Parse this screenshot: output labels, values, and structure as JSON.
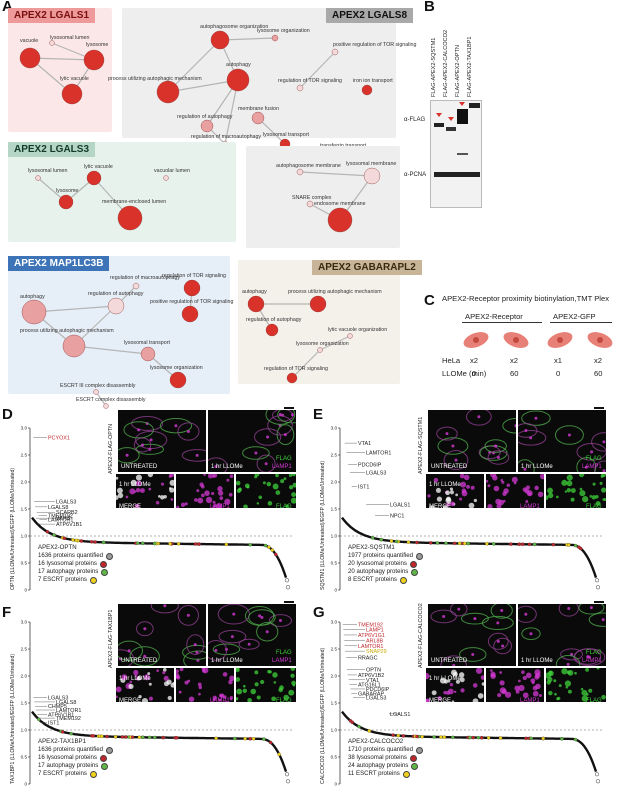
{
  "panel_letters": {
    "a": "A",
    "b": "B",
    "c": "C",
    "d": "D",
    "e": "E",
    "f": "F",
    "g": "G"
  },
  "colors": {
    "red_node": "#d9322a",
    "pink_node": "#e9a0a0",
    "pale_node": "#f3d9d9",
    "lysosomal": "#c0262c",
    "autophagy": "#5fb846",
    "escrt": "#f1d31c",
    "quantified": "#9b9b9b",
    "flag": "#3fd23a",
    "lamp1": "#d63ad6"
  },
  "networks": [
    {
      "id": "lgals1",
      "tag": "APEX2 LGALS1",
      "tag_bg": "#ee9a9a",
      "tag_fg": "#7a0f0f",
      "box_bg": "#fbe7e7",
      "nodes": [
        {
          "label": "vacuole",
          "r": 10,
          "c": "red"
        },
        {
          "label": "lysosomal lumen",
          "r": 2.5,
          "c": "pale"
        },
        {
          "label": "lysosome",
          "r": 10,
          "c": "red"
        },
        {
          "label": "lytic vacuole",
          "r": 10,
          "c": "red"
        }
      ],
      "edges": [
        [
          0,
          3
        ],
        [
          2,
          3
        ],
        [
          1,
          2
        ],
        [
          0,
          2
        ]
      ]
    },
    {
      "id": "lgals8",
      "tag": "APEX2 LGALS8",
      "tag_bg": "#a9a9a9",
      "tag_fg": "#111111",
      "box_bg": "#eeeeee",
      "nodes": [
        {
          "label": "autophagosome organization",
          "r": 9,
          "c": "red"
        },
        {
          "label": "lysosome organization",
          "r": 3,
          "c": "pink"
        },
        {
          "label": "positive regulation of TOR signaling",
          "r": 3,
          "c": "pale"
        },
        {
          "label": "process utilizing autophagic mechanism",
          "r": 11,
          "c": "red"
        },
        {
          "label": "autophagy",
          "r": 11,
          "c": "red"
        },
        {
          "label": "regulation of TOR signaling",
          "r": 3,
          "c": "pale"
        },
        {
          "label": "iron ion transport",
          "r": 5,
          "c": "red"
        },
        {
          "label": "regulation of autophagy",
          "r": 6,
          "c": "pink"
        },
        {
          "label": "membrane fusion",
          "r": 6,
          "c": "pink"
        },
        {
          "label": "regulation of macroautophagy",
          "r": 3,
          "c": "pale"
        },
        {
          "label": "lysosomal transport",
          "r": 5,
          "c": "red"
        },
        {
          "label": "transferrin transport",
          "r": 2.5,
          "c": "red"
        }
      ],
      "edges": [
        [
          0,
          4
        ],
        [
          3,
          4
        ],
        [
          0,
          3
        ],
        [
          4,
          7
        ],
        [
          0,
          1
        ],
        [
          2,
          5
        ],
        [
          4,
          9
        ],
        [
          7,
          9
        ],
        [
          8,
          10
        ]
      ]
    },
    {
      "id": "lgals3",
      "tag": "APEX2 LGALS3",
      "tag_bg": "#b5d6c7",
      "tag_fg": "#143a2a",
      "box_bg": "#e7f2ec",
      "nodes": [
        {
          "label": "lysosomal lumen",
          "r": 2.5,
          "c": "pale"
        },
        {
          "label": "lytic vacuole",
          "r": 7,
          "c": "red"
        },
        {
          "label": "vacuolar lumen",
          "r": 2.5,
          "c": "pale"
        },
        {
          "label": "lysosome",
          "r": 7,
          "c": "red"
        },
        {
          "label": "membrane-enclosed lumen",
          "r": 12,
          "c": "red"
        }
      ],
      "edges": [
        [
          1,
          3
        ],
        [
          0,
          3
        ],
        [
          1,
          4
        ]
      ]
    },
    {
      "id": "lgals3b",
      "tag": "",
      "tag_bg": "",
      "tag_fg": "",
      "box_bg": "#eeeeee",
      "nodes": [
        {
          "label": "autophagosome membrane",
          "r": 3,
          "c": "pale"
        },
        {
          "label": "lysosomal membrane",
          "r": 8,
          "c": "pale"
        },
        {
          "label": "SNARE complex",
          "r": 3,
          "c": "pale"
        },
        {
          "label": "endosome membrane",
          "r": 12,
          "c": "red"
        }
      ],
      "edges": [
        [
          0,
          1
        ],
        [
          1,
          3
        ],
        [
          2,
          3
        ]
      ]
    },
    {
      "id": "map1lc3b",
      "tag": "APEX2 MAP1LC3B",
      "tag_bg": "#3d73b7",
      "tag_fg": "#ffffff",
      "box_bg": "#e6eef7",
      "nodes": [
        {
          "label": "regulation of macroautophagy",
          "r": 3,
          "c": "pale"
        },
        {
          "label": "regulation of TOR signaling",
          "r": 8,
          "c": "red"
        },
        {
          "label": "autophagy",
          "r": 12,
          "c": "pink"
        },
        {
          "label": "regulation of autophagy",
          "r": 8,
          "c": "pale"
        },
        {
          "label": "positive regulation of TOR signaling",
          "r": 8,
          "c": "red"
        },
        {
          "label": "process utilizing autophagic mechanism",
          "r": 11,
          "c": "pink"
        },
        {
          "label": "lysosomal transport",
          "r": 7,
          "c": "pink"
        },
        {
          "label": "lysosome organization",
          "r": 8,
          "c": "red"
        },
        {
          "label": "ESCRT III complex disassembly",
          "r": 2.5,
          "c": "pale"
        },
        {
          "label": "ESCRT complex disassembly",
          "r": 2.5,
          "c": "pale"
        }
      ],
      "edges": [
        [
          2,
          5
        ],
        [
          0,
          3
        ],
        [
          3,
          5
        ],
        [
          1,
          4
        ],
        [
          6,
          7
        ],
        [
          3,
          2
        ],
        [
          6,
          5
        ],
        [
          8,
          9
        ]
      ]
    },
    {
      "id": "gabarapl2",
      "tag": "APEX2 GABARAPL2",
      "tag_bg": "#c8b597",
      "tag_fg": "#3a2a10",
      "box_bg": "#f4f1ea",
      "nodes": [
        {
          "label": "autophagy",
          "r": 8,
          "c": "red"
        },
        {
          "label": "process utilizing autophagic mechanism",
          "r": 8,
          "c": "red"
        },
        {
          "label": "regulation of autophagy",
          "r": 6,
          "c": "red"
        },
        {
          "label": "lytic vacuole organization",
          "r": 2.5,
          "c": "pale"
        },
        {
          "label": "lysosome organization",
          "r": 2.5,
          "c": "pale"
        },
        {
          "label": "regulation of TOR signaling",
          "r": 5,
          "c": "red"
        }
      ],
      "edges": [
        [
          0,
          1
        ],
        [
          0,
          2
        ],
        [
          3,
          4
        ],
        [
          4,
          5
        ]
      ]
    }
  ],
  "blot": {
    "columns": [
      "FLAG-APEX2-SQSTM1",
      "FLAG-APEX2-CALCOCO2",
      "FLAG-APEX2-OPTN",
      "FLAG-APEX2-TAX1BP1"
    ],
    "row_labels": [
      "α-FLAG",
      "α-PCNA"
    ]
  },
  "panel_c": {
    "title": "APEX2-Receptor proximity biotinylation,TMT Plex",
    "groups": [
      "APEX2-Receptor",
      "APEX2-GFP"
    ],
    "rows": [
      {
        "label": "HeLa",
        "values": [
          "x2",
          "x2",
          "x1",
          "x2"
        ]
      },
      {
        "label": "LLOMe (min)",
        "values": [
          "0",
          "60",
          "0",
          "60"
        ]
      }
    ]
  },
  "rank_panels": [
    {
      "id": "d",
      "ylabel": "OPTN (LLOMe/Untreated)/EGFP (LLOMe/Untreated)",
      "ymax": 3.0,
      "cutoff": 1.0,
      "callouts": [
        {
          "label": "PCYOX1",
          "c": "lysosomal",
          "rank": 6,
          "value": 2.82
        },
        {
          "label": "LGALS3",
          "c": "plain",
          "rank": 10,
          "value": 1.64
        },
        {
          "label": "LGALS8",
          "c": "plain",
          "rank": 14,
          "value": 1.54
        },
        {
          "label": "SCARB2",
          "c": "plain",
          "rank": 22,
          "value": 1.44
        },
        {
          "label": "TMEM192",
          "c": "plain",
          "rank": 30,
          "value": 1.38
        },
        {
          "label": "WIPI2",
          "c": "plain",
          "rank": 18,
          "value": 1.33
        },
        {
          "label": "LAMTOR1",
          "c": "plain",
          "rank": 34,
          "value": 1.31
        },
        {
          "label": "ATP6V1B1",
          "c": "plain",
          "rank": 26,
          "value": 1.22
        }
      ],
      "legend": {
        "title": "APEX2-OPTN",
        "rows": [
          "1636 proteins quantified",
          "16 lysosomal proteins",
          "17 autophagy proteins",
          "7 ESCRT proteins"
        ]
      },
      "micro": {
        "caption": "APEX2-FLAG-OPTN",
        "untreated": "UNTREATED",
        "treated": "1 hr LLOMe",
        "inset": "1 hr LLOMe",
        "merge": "MERGE",
        "flag": "FLAG",
        "lamp1": "LAMP1"
      }
    },
    {
      "id": "e",
      "ylabel": "SQSTM1 (LLOMe/Untreated)/EGFP (LLOMe/Untreated)",
      "ymax": 3.0,
      "cutoff": 1.0,
      "callouts": [
        {
          "label": "VTA1",
          "c": "plain",
          "rank": 12,
          "value": 2.72
        },
        {
          "label": "LAMTOR1",
          "c": "plain",
          "rank": 20,
          "value": 2.55
        },
        {
          "label": "PDCD6IP",
          "c": "plain",
          "rank": 28,
          "value": 2.32
        },
        {
          "label": "LGALS3",
          "c": "plain",
          "rank": 36,
          "value": 2.18
        },
        {
          "label": "IST1",
          "c": "plain",
          "rank": 44,
          "value": 1.92
        },
        {
          "label": "LGALS1",
          "c": "plain",
          "rank": 110,
          "value": 1.58
        },
        {
          "label": "NPC1",
          "c": "plain",
          "rank": 150,
          "value": 1.38
        }
      ],
      "legend": {
        "title": "APEX2-SQSTM1",
        "rows": [
          "1977 proteins quantified",
          "20 lysosomal proteins",
          "20 autophagy proteins",
          "8 ESCRT proteins"
        ]
      },
      "micro": {
        "caption": "APEX2-FLAG-SQSTM1",
        "untreated": "UNTREATED",
        "treated": "1 hr LLOMe",
        "inset": "1 hr LLOMe",
        "merge": "MERGE",
        "flag": "FLAG",
        "lamp1": "LAMP1"
      }
    },
    {
      "id": "f",
      "ylabel": "TAX1BP1 (LLOMe/Untreated)/EGFP (LLOMe/Untreated)",
      "ymax": 3.0,
      "cutoff": 1.0,
      "callouts": [
        {
          "label": "LGALS3",
          "c": "plain",
          "rank": 6,
          "value": 1.6
        },
        {
          "label": "LGALS8",
          "c": "plain",
          "rank": 10,
          "value": 1.52
        },
        {
          "label": "CHMP5",
          "c": "plain",
          "rank": 14,
          "value": 1.44
        },
        {
          "label": "LAMTOR1",
          "c": "plain",
          "rank": 18,
          "value": 1.37
        },
        {
          "label": "ATP6V1B1",
          "c": "plain",
          "rank": 24,
          "value": 1.29
        },
        {
          "label": "TMEM192",
          "c": "plain",
          "rank": 30,
          "value": 1.22
        },
        {
          "label": "IST1",
          "c": "plain",
          "rank": 36,
          "value": 1.14
        }
      ],
      "legend": {
        "title": "APEX2-TAX1BP1",
        "rows": [
          "1636 proteins quantified",
          "16 lysosomal proteins",
          "17 autophagy proteins",
          "7 ESCRT proteins"
        ]
      },
      "micro": {
        "caption": "APEX2-FLAG-TAX1BP1",
        "untreated": "UNTREATED",
        "treated": "1 hr LLOMe",
        "inset": "1 hr LLOMe",
        "merge": "MERGE",
        "flag": "FLAG",
        "lamp1": "LAMP1"
      }
    },
    {
      "id": "g",
      "ylabel": "CALCOCO2 (LLOMe/Untreated)/EGFP (LLOMe/Untreated)",
      "ymax": 3.0,
      "cutoff": 1.0,
      "callouts": [
        {
          "label": "TMEM192",
          "c": "lysosomal",
          "rank": 4,
          "value": 2.95
        },
        {
          "label": "LAMP1",
          "c": "lysosomal",
          "rank": 6,
          "value": 2.86
        },
        {
          "label": "ATP6V1G1",
          "c": "lysosomal",
          "rank": 8,
          "value": 2.76
        },
        {
          "label": "ARL8B",
          "c": "lysosomal",
          "rank": 10,
          "value": 2.66
        },
        {
          "label": "LAMTOR1",
          "c": "lysosomal",
          "rank": 12,
          "value": 2.56
        },
        {
          "label": "SNAP29",
          "c": "escrt",
          "rank": 14,
          "value": 2.46
        },
        {
          "label": "RRAGC",
          "c": "plain",
          "rank": 18,
          "value": 2.34
        },
        {
          "label": "OPTN",
          "c": "plain",
          "rank": 22,
          "value": 2.12
        },
        {
          "label": "ATP6V1B2",
          "c": "plain",
          "rank": 26,
          "value": 2.02
        },
        {
          "label": "VTA1",
          "c": "plain",
          "rank": 30,
          "value": 1.93
        },
        {
          "label": "ATG16L1",
          "c": "plain",
          "rank": 34,
          "value": 1.84
        },
        {
          "label": "PDCD6IP",
          "c": "plain",
          "rank": 38,
          "value": 1.76
        },
        {
          "label": "GABARAP",
          "c": "plain",
          "rank": 42,
          "value": 1.68
        },
        {
          "label": "LGALS3",
          "c": "plain",
          "rank": 50,
          "value": 1.6
        },
        {
          "label": "LGALS1",
          "c": "plain",
          "rank": 260,
          "value": 1.3
        }
      ],
      "legend": {
        "title": "APEX2-CALCOCO2",
        "rows": [
          "1710 proteins quantified",
          "38 lysosomal proteins",
          "24 autophagy proteins",
          "11 ESCRT proteins"
        ]
      },
      "micro": {
        "caption": "APEX2-FLAG-CALCOCO2",
        "untreated": "UNTREATED",
        "treated": "1 hr LLOMe",
        "inset": "1 hr LLOMe",
        "merge": "MERGE",
        "flag": "FLAG",
        "lamp1": "LAMP1"
      }
    }
  ],
  "chart_data": [
    {
      "type": "scatter",
      "title": "",
      "xlabel": "",
      "ylabel": "OPTN (LLOMe/Untreated)/EGFP (LLOMe/Untreated)",
      "ylim": [
        0,
        3.0
      ],
      "series": [
        {
          "name": "1636 proteins quantified",
          "count": 1636
        },
        {
          "name": "16 lysosomal proteins",
          "count": 16
        },
        {
          "name": "17 autophagy proteins",
          "count": 17
        },
        {
          "name": "7 ESCRT proteins",
          "count": 7
        }
      ],
      "cutoff": 1.0
    },
    {
      "type": "scatter",
      "title": "",
      "xlabel": "",
      "ylabel": "SQSTM1 (LLOMe/Untreated)/EGFP (LLOMe/Untreated)",
      "ylim": [
        0,
        3.0
      ],
      "series": [
        {
          "name": "1977 proteins quantified",
          "count": 1977
        },
        {
          "name": "20 lysosomal proteins",
          "count": 20
        },
        {
          "name": "20 autophagy proteins",
          "count": 20
        },
        {
          "name": "8 ESCRT proteins",
          "count": 8
        }
      ],
      "cutoff": 1.0
    },
    {
      "type": "scatter",
      "title": "",
      "xlabel": "",
      "ylabel": "TAX1BP1 (LLOMe/Untreated)/EGFP (LLOMe/Untreated)",
      "ylim": [
        0,
        3.0
      ],
      "series": [
        {
          "name": "1636 proteins quantified",
          "count": 1636
        },
        {
          "name": "16 lysosomal proteins",
          "count": 16
        },
        {
          "name": "17 autophagy proteins",
          "count": 17
        },
        {
          "name": "7 ESCRT proteins",
          "count": 7
        }
      ],
      "cutoff": 1.0
    },
    {
      "type": "scatter",
      "title": "",
      "xlabel": "",
      "ylabel": "CALCOCO2 (LLOMe/Untreated)/EGFP (LLOMe/Untreated)",
      "ylim": [
        0,
        3.0
      ],
      "series": [
        {
          "name": "1710 proteins quantified",
          "count": 1710
        },
        {
          "name": "38 lysosomal proteins",
          "count": 38
        },
        {
          "name": "24 autophagy proteins",
          "count": 24
        },
        {
          "name": "11 ESCRT proteins",
          "count": 11
        }
      ],
      "cutoff": 1.0
    }
  ]
}
